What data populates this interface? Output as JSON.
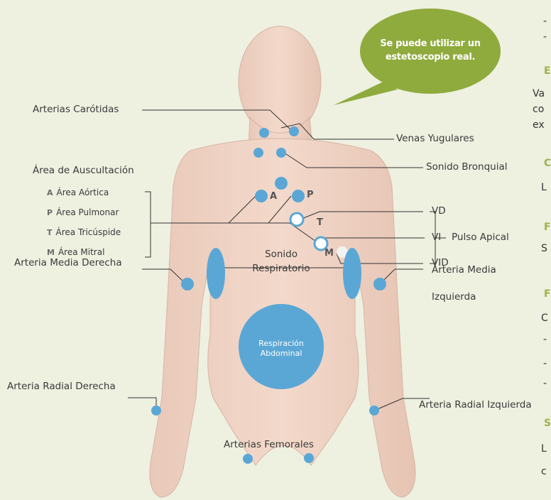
{
  "bubble": {
    "line1": "Se puede utilizar un",
    "line2": "estetoscopio real."
  },
  "labels": {
    "carotid": "Arterias Carótidas",
    "jugular": "Venas Yugulares",
    "bronchial": "Sonido Bronquial",
    "auscultation_title": "Área de Auscultación",
    "aortic": "Área Aórtica",
    "pulmonary": "Área Pulmonar",
    "tricuspid": "Área Tricúspide",
    "mitral": "Área Mitral",
    "vd": "VD",
    "vi": "VI",
    "vid": "VID",
    "apical_pulse": "Pulso Apical",
    "medial_right": "Arteria Media Derecha",
    "medial_left_1": "Arteria Media",
    "medial_left_2": "Izquierda",
    "resp_1": "Sonido",
    "resp_2": "Respiratorio",
    "abd_1": "Respiración",
    "abd_2": "Abdominal",
    "radial_right": "Arteria Radial Derecha",
    "radial_left": "Arteria Radial Izquierda",
    "femoral": "Arterias Femorales"
  },
  "letters": {
    "A": "A",
    "P": "P",
    "T": "T",
    "M": "M"
  },
  "side_text": [
    {
      "t": "-"
    },
    {
      "t": "-"
    },
    {
      "t": "E",
      "h": true
    },
    {
      "t": "Va"
    },
    {
      "t": "co"
    },
    {
      "t": "ex"
    },
    {
      "t": "C",
      "h": true
    },
    {
      "t": "L"
    },
    {
      "t": "F",
      "h": true
    },
    {
      "t": "S"
    },
    {
      "t": "F",
      "h": true
    },
    {
      "t": "C"
    },
    {
      "t": "-"
    },
    {
      "t": "-"
    },
    {
      "t": "-"
    },
    {
      "t": "S",
      "h": true
    },
    {
      "t": "L"
    },
    {
      "t": "c"
    }
  ],
  "colors": {
    "background": "#eef0e0",
    "bubble": "#8fab3d",
    "dot": "#5aa7d6",
    "accent": "#9cb34a"
  }
}
